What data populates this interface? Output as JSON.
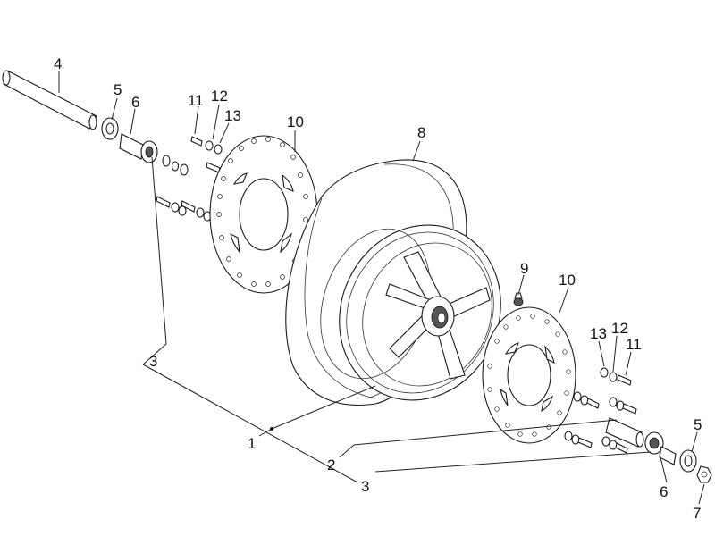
{
  "callouts": {
    "c1": "1",
    "c2": "2",
    "c3a": "3",
    "c3b": "3",
    "c4": "4",
    "c5a": "5",
    "c5b": "5",
    "c6a": "6",
    "c6b": "6",
    "c7": "7",
    "c8": "8",
    "c9": "9",
    "c10a": "10",
    "c10b": "10",
    "c11a": "11",
    "c11b": "11",
    "c12a": "12",
    "c12b": "12",
    "c13a": "13",
    "c13b": "13"
  }
}
